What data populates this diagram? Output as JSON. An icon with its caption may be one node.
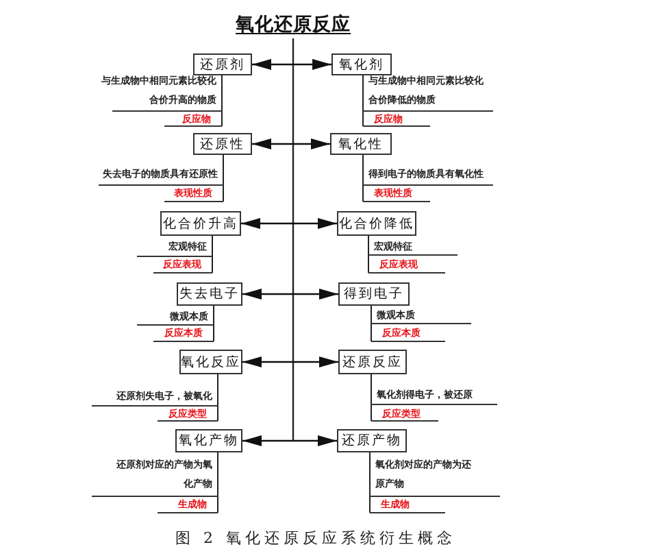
{
  "diagram": {
    "title": "氧化还原反应",
    "caption": "图 2 氧化还原反应系统衍生概念",
    "nodes": [
      {
        "text": [
          "还原剂"
        ],
        "beside": [
          "与生成物中相同元素比较化合价升高的物质",
          "反应物"
        ]
      },
      {
        "text": [
          "氧化剂"
        ],
        "beside": [
          "与生成物中相同元素比较化合价降低的物质",
          "反应物"
        ]
      },
      {
        "text": [
          "还原性"
        ],
        "beside": [
          "失去电子的物质具有还原性",
          "表现性质"
        ]
      },
      {
        "text": [
          "氧化性"
        ],
        "beside": [
          "得到电子的物质具有氧化性",
          "表现性质"
        ]
      },
      {
        "text": [
          "化合价升高"
        ],
        "beside": [
          "宏观特征",
          "反应表现"
        ]
      },
      {
        "text": [
          "化合价降低"
        ],
        "beside": [
          "宏观特征",
          "反应表现"
        ]
      },
      {
        "text": [
          "失去电子"
        ],
        "beside": [
          "微观本质",
          "反应本质"
        ]
      },
      {
        "text": [
          "得到电子"
        ],
        "beside": [
          "微观本质",
          "反应本质"
        ]
      },
      {
        "text": [
          "氧化反应"
        ],
        "beside": [
          "还原剂失电子，被氧化",
          "反应类型"
        ]
      },
      {
        "text": [
          "还原反应"
        ],
        "beside": [
          "氧化剂得电子，被还原",
          "反应类型"
        ]
      },
      {
        "text": [
          "氧化产物"
        ],
        "beside": [
          "还原剂对应的产物为氧化产物",
          "生成物"
        ]
      },
      {
        "text": [
          "还原产物"
        ],
        "beside": [
          "氧化剂对应的产物为还原产物",
          "生成物"
        ]
      }
    ],
    "edges": [
      {
        "from": 0,
        "to": 1,
        "arrow": "both"
      },
      {
        "from": 2,
        "to": 3,
        "arrow": "both"
      },
      {
        "from": 4,
        "to": 5,
        "arrow": "both"
      },
      {
        "from": 6,
        "to": 7,
        "arrow": "both"
      },
      {
        "from": 8,
        "to": 9,
        "arrow": "both"
      },
      {
        "from": 10,
        "to": 11,
        "arrow": "both"
      }
    ]
  }
}
